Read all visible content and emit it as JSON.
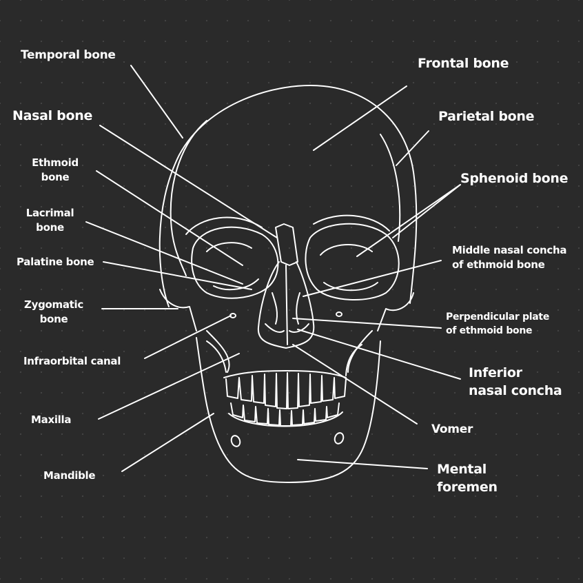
{
  "labels": {
    "temporal": "Temporal bone",
    "frontal": "Frontal bone",
    "nasal": "Nasal bone",
    "parietal": "Parietal bone",
    "ethmoid_1": "Ethmoid",
    "ethmoid_2": "bone",
    "sphenoid": "Sphenoid bone",
    "lacrimal_1": "Lacrimal",
    "lacrimal_2": "bone",
    "middle_concha_1": "Middle nasal concha",
    "middle_concha_2": "of ethmoid bone",
    "palatine": "Palatine bone",
    "zygomatic_1": "Zygomatic",
    "zygomatic_2": "bone",
    "perpendicular_1": "Perpendicular plate",
    "perpendicular_2": "of ethmoid bone",
    "infraorbital": "Infraorbital canal",
    "inferior_concha_1": "Inferior",
    "inferior_concha_2": "nasal concha",
    "maxilla": "Maxilla",
    "vomer": "Vomer",
    "mandible": "Mandible",
    "mental_1": "Mental",
    "mental_2": "foremen"
  },
  "colors": {
    "background": "#2a2a2a",
    "line": "#ffffff"
  }
}
